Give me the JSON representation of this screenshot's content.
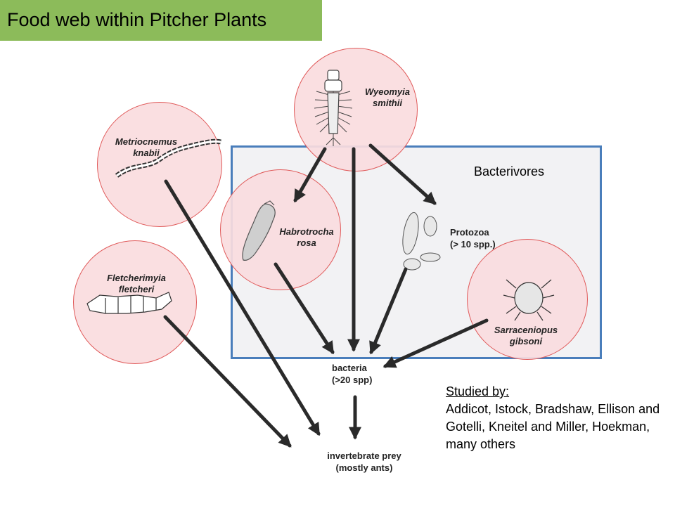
{
  "title": "Food web within Pitcher Plants",
  "group_label": "Bacterivores",
  "organisms": {
    "wyeomyia": {
      "line1": "Wyeomyia",
      "line2": "smithii"
    },
    "metriocnemus": {
      "line1": "Metriocnemus",
      "line2": "knabii"
    },
    "habrotrocha": {
      "line1": "Habrotrocha",
      "line2": "rosa"
    },
    "fletcherimyia": {
      "line1": "Fletcherimyia",
      "line2": "fletcheri"
    },
    "sarraceniopus": {
      "line1": "Sarraceniopus",
      "line2": "gibsoni"
    },
    "protozoa": {
      "line1": "Protozoa",
      "line2": "(> 10 spp.)"
    },
    "bacteria": {
      "line1": "bacteria",
      "line2": "(>20 spp)"
    },
    "prey": {
      "line1": "invertebrate prey",
      "line2": "(mostly ants)"
    }
  },
  "studied_by": {
    "heading": "Studied by:",
    "text": "Addicot, Istock, Bradshaw, Ellison and Gotelli, Kneitel and Miller, Hoekman, many others"
  },
  "colors": {
    "title_bg": "#8cbb5a",
    "panel_border": "#4a7ebb",
    "circle_border": "#e05a5a",
    "circle_fill": "#fadcde",
    "arrow": "#2a2a2a"
  }
}
